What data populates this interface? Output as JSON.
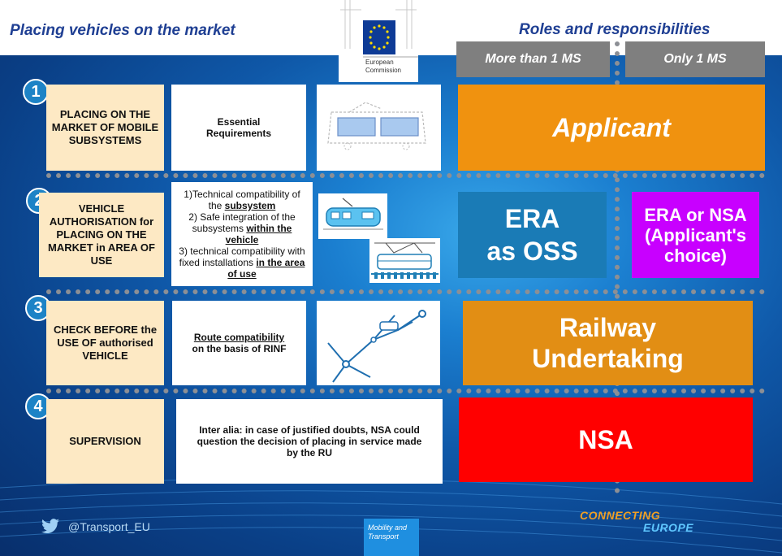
{
  "header": {
    "title": "Placing vehicles on the market",
    "right_title": "Roles and responsibilities",
    "logo_line1": "European",
    "logo_line2": "Commission"
  },
  "columns": {
    "more": "More than 1 MS",
    "only": "Only 1 MS"
  },
  "rows": [
    {
      "number": "1",
      "step": "PLACING ON THE MARKET OF MOBILE SUBSYSTEMS",
      "requirement": "Essential Requirements",
      "role_shared": "Applicant"
    },
    {
      "number": "2",
      "step": "VEHICLE AUTHORISATION for PLACING ON THE MARKET in AREA OF USE",
      "req_1a": "1)Technical compatibility of the ",
      "req_1b": "subsystem",
      "req_2a": "2) Safe integration of the subsystems ",
      "req_2b": "within the vehicle",
      "req_3a": "3) technical compatibility with fixed installations ",
      "req_3b": "in the area of use",
      "role_more_line1": "ERA",
      "role_more_line2": "as OSS",
      "role_only": "ERA or NSA (Applicant's choice)"
    },
    {
      "number": "3",
      "step": "CHECK BEFORE the USE OF authorised VEHICLE",
      "req_a": "Route compatibility",
      "req_b": "on the basis of RINF",
      "role_line1": "Railway",
      "role_line2": "Undertaking"
    },
    {
      "number": "4",
      "step": "SUPERVISION",
      "requirement": "Inter alia: in case of justified doubts, NSA could question  the  decision of placing in service made by  the RU",
      "role": "NSA"
    }
  ],
  "footer": {
    "twitter": "@Transport_EU",
    "badge_line1": "Mobility and",
    "badge_line2": "Transport",
    "brand_1": "CONNECTING",
    "brand_2": "EUROPE"
  },
  "colors": {
    "applicant": "#f0920f",
    "era_oss": "#1a7bb6",
    "era_or_nsa": "#c800ff",
    "railway": "#e28e14",
    "nsa": "#ff0000",
    "step_bg": "#fde9c4",
    "title_blue": "#1f3f93"
  },
  "icons": [
    "twitter-bird-icon",
    "tram-outline-icon",
    "tram-icon",
    "train-on-track-icon",
    "railway-network-icon",
    "eu-flag-icon"
  ]
}
